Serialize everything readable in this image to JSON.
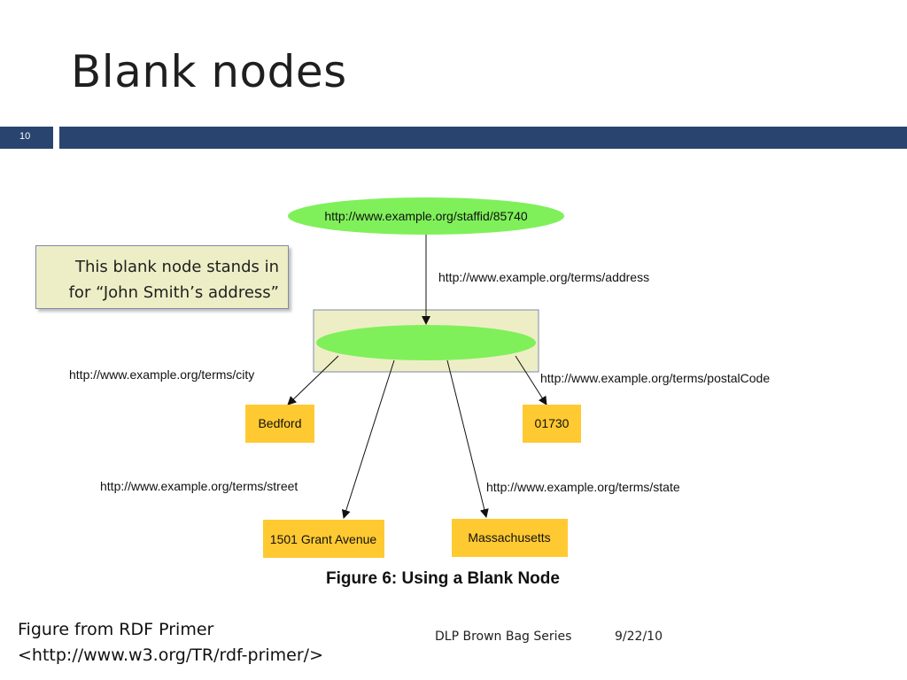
{
  "slide": {
    "title": "Blank nodes",
    "number": "10"
  },
  "callout": {
    "line1": "This blank node stands in",
    "line2": "for “John Smith’s address”"
  },
  "figure": {
    "root_node": "http://www.example.org/staffid/85740",
    "edges": {
      "address": "http://www.example.org/terms/address",
      "city": "http://www.example.org/terms/city",
      "postal_code": "http://www.example.org/terms/postalCode",
      "street": "http://www.example.org/terms/street",
      "state": "http://www.example.org/terms/state"
    },
    "literals": {
      "city": "Bedford",
      "postal_code": "01730",
      "street": "1501 Grant Avenue",
      "state": "Massachusetts"
    },
    "caption": "Figure 6: Using a Blank Node",
    "colors": {
      "uri_node": "#7ff05a",
      "literal_box": "#ffc931",
      "highlight_box": "#eeeec6",
      "title_bar": "#2a4470"
    }
  },
  "footer": {
    "source_line1": "Figure from RDF Primer",
    "source_line2": "<http://www.w3.org/TR/rdf-primer/>",
    "series": "DLP Brown Bag Series",
    "date": "9/22/10"
  }
}
